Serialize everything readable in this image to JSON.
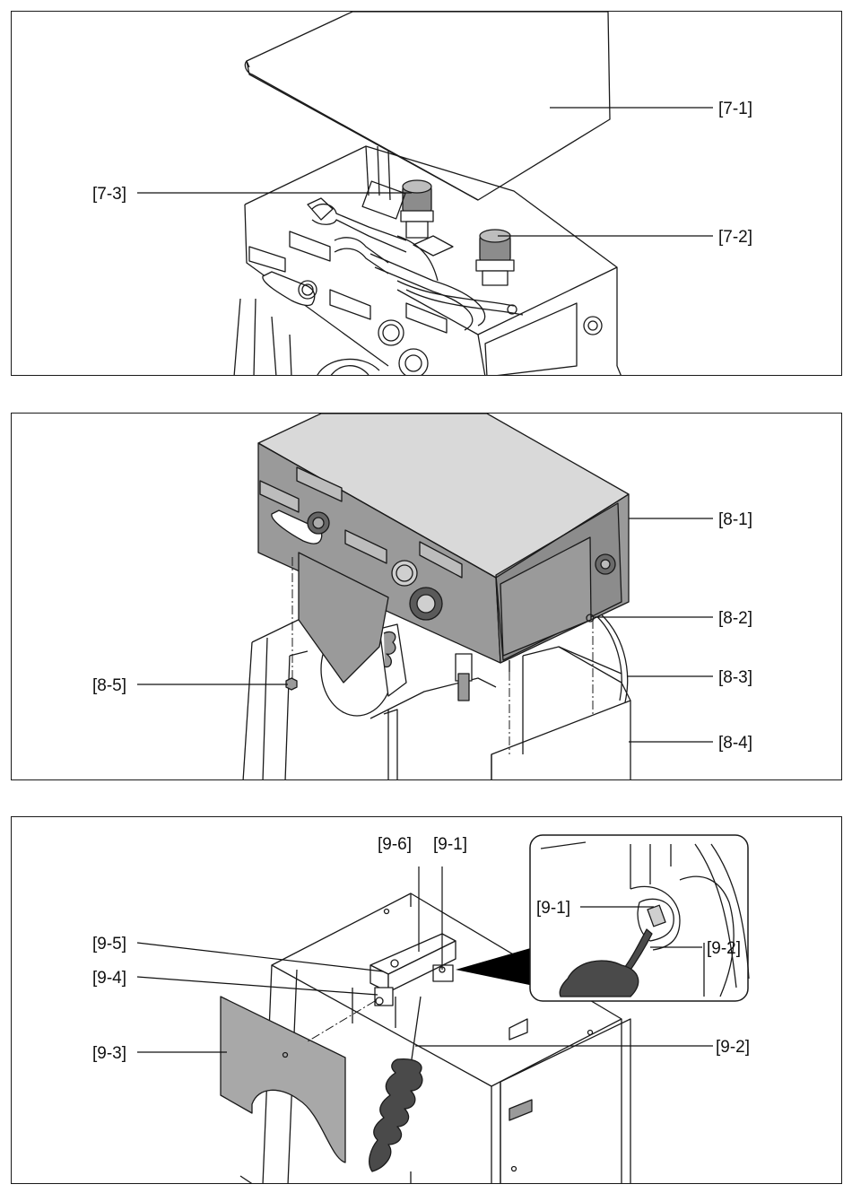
{
  "figure": {
    "panels": [
      {
        "id": "panel-7",
        "callouts": [
          "[7-1]",
          "[7-2]",
          "[7-3]"
        ]
      },
      {
        "id": "panel-8",
        "callouts": [
          "[8-1]",
          "[8-2]",
          "[8-3]",
          "[8-4]",
          "[8-5]"
        ]
      },
      {
        "id": "panel-9",
        "callouts": [
          "[9-1]",
          "[9-2]",
          "[9-3]",
          "[9-4]",
          "[9-5]",
          "[9-6]",
          "[9-1]",
          "[9-2]",
          "[9-2]"
        ]
      }
    ]
  },
  "colors": {
    "stroke": "#1a1a1a",
    "housing_fill": "#9a9a9a",
    "panel_fill": "#a8a8a8",
    "spring_fill": "#4a4a4a",
    "background": "#ffffff"
  },
  "icons": [
    "gear-knob-icon",
    "pressure-gauge-icon",
    "spring-icon",
    "zoom-detail-icon"
  ]
}
